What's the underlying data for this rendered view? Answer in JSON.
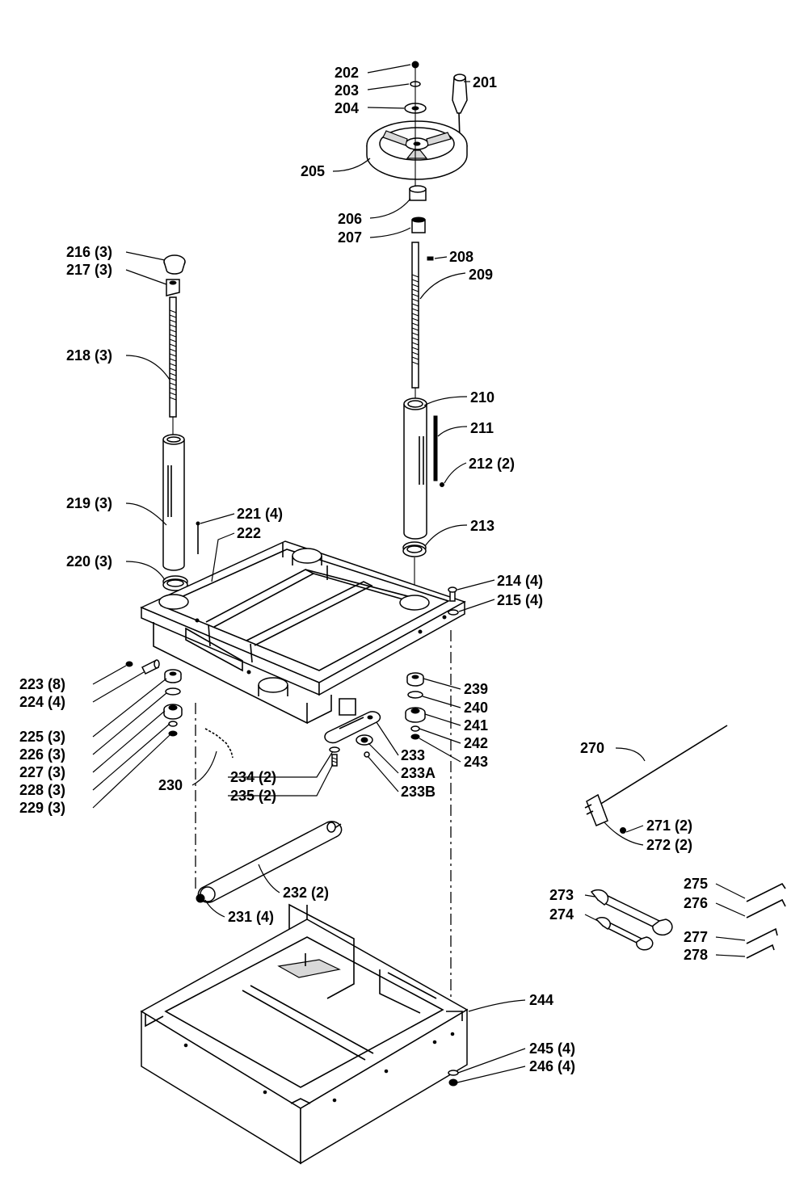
{
  "labels": {
    "p201": "201",
    "p202": "202",
    "p203": "203",
    "p204": "204",
    "p205": "205",
    "p206": "206",
    "p207": "207",
    "p208": "208",
    "p209": "209",
    "p210": "210",
    "p211": "211",
    "p212": "212 (2)",
    "p213": "213",
    "p214": "214 (4)",
    "p215": "215 (4)",
    "p216": "216 (3)",
    "p217": "217 (3)",
    "p218": "218 (3)",
    "p219": "219 (3)",
    "p220": "220 (3)",
    "p221": "221 (4)",
    "p222": "222",
    "p223": "223 (8)",
    "p224": "224 (4)",
    "p225": "225 (3)",
    "p226": "226 (3)",
    "p227": "227 (3)",
    "p228": "228 (3)",
    "p229": "229 (3)",
    "p230": "230",
    "p231": "231 (4)",
    "p232": "232 (2)",
    "p233": "233",
    "p233A": "233A",
    "p233B": "233B",
    "p234": "234 (2)",
    "p235": "235 (2)",
    "p239": "239",
    "p240": "240",
    "p241": "241",
    "p242": "242",
    "p243": "243",
    "p244": "244",
    "p245": "245 (4)",
    "p246": "246 (4)",
    "p270": "270",
    "p271": "271 (2)",
    "p272": "272 (2)",
    "p273": "273",
    "p274": "274",
    "p275": "275",
    "p276": "276",
    "p277": "277",
    "p278": "278"
  }
}
